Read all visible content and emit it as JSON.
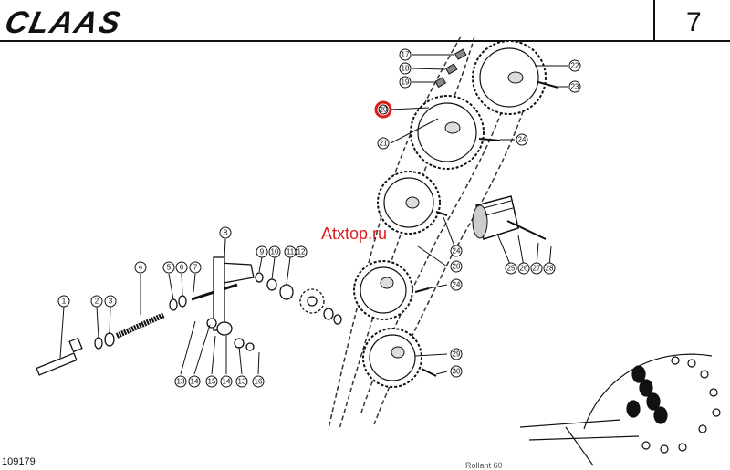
{
  "header": {
    "logo_text": "CLAAS",
    "page_number": "7"
  },
  "watermark": "Atxtop.ru",
  "document_number": "109179",
  "footer_text": "Rollant 60",
  "highlight_color": "#e01b1b",
  "callouts": [
    "1",
    "2",
    "3",
    "4",
    "5",
    "6",
    "7",
    "8",
    "9",
    "10",
    "11",
    "12",
    "13",
    "14",
    "15",
    "14",
    "13",
    "16",
    "17",
    "18",
    "19",
    "20",
    "21",
    "22",
    "23",
    "24",
    "24",
    "20",
    "24",
    "25",
    "26",
    "27",
    "28",
    "29",
    "30"
  ]
}
